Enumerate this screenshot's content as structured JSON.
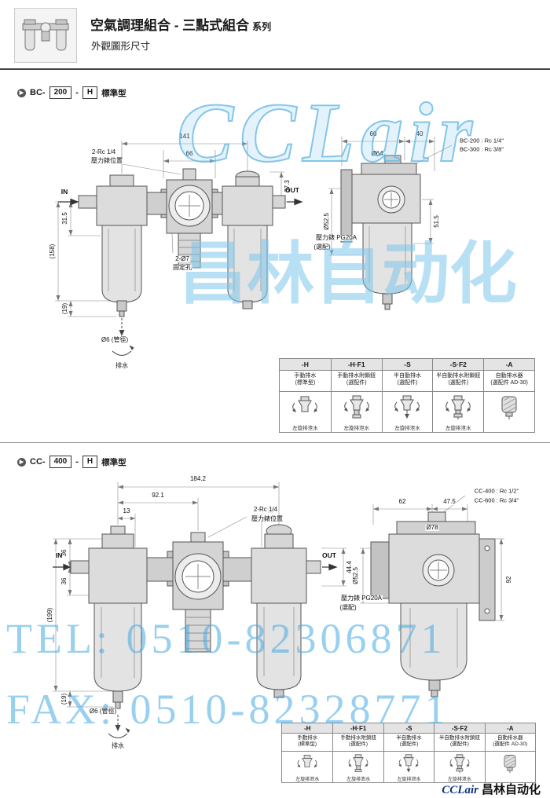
{
  "header": {
    "title": "空氣調理組合 - 三點式組合",
    "title_suffix": "系列",
    "subtitle": "外觀圖形尺寸"
  },
  "watermark": {
    "brand": "CCLair",
    "brand_cn": "昌林自动化",
    "tel": "TEL: 0510-82306871",
    "fax": "FAX: 0510-82328771",
    "blue": "#7cc4e6"
  },
  "footer": {
    "brand": "CCLair",
    "brand_cn": "昌林自动化"
  },
  "bc": {
    "prefix": "BC-",
    "code": "200",
    "sep": "-",
    "variant": "H",
    "type_label": "標準型",
    "front": {
      "dim_total": "141",
      "dim_mid": "66",
      "port1": "2-Rc 1/4",
      "port2": "壓力錶位置",
      "in": "IN",
      "out": "OUT",
      "dim_right": "37.3",
      "dim_left1": "31.5",
      "dim_height": "(158)",
      "dim_drain": "(19)",
      "hole1": "2-Ø7",
      "hole2": "固定孔",
      "drain_dia": "Ø6 (管徑)",
      "drain_label": "排水"
    },
    "side": {
      "dim_w1": "60",
      "dim_w2": "40",
      "dia_top": "Ø64",
      "port1": "BC-200 : Rc 1/4\"",
      "port2": "BC-300 : Rc 3/8\"",
      "dia_bowl": "Ø52.5",
      "dim_h": "51.5",
      "gauge1": "壓力錶 PG20A",
      "gauge2": "(選配)"
    }
  },
  "cc": {
    "prefix": "CC-",
    "code": "400",
    "sep": "-",
    "variant": "H",
    "type_label": "標準型",
    "front": {
      "dim_total": "184.2",
      "dim_mid": "92.1",
      "dim_13a": "13",
      "dim_13b": "13",
      "port1": "2-Rc 1/4",
      "port2": "壓力錶位置",
      "in": "IN",
      "out": "OUT",
      "dim_right": "44.4",
      "dim_left1": "36",
      "dim_left2": "36",
      "dim_height": "(199)",
      "dim_drain": "(19)",
      "drain_dia": "Ø6 (管徑)",
      "drain_label": "排水"
    },
    "side": {
      "dim_w1": "62",
      "dim_w2": "47.5",
      "dia_top": "Ø78",
      "port1": "CC-400 : Rc 1/2\"",
      "port2": "CC-600 : Rc 3/4\"",
      "dia_bowl": "Ø52.5",
      "dim_h": "92",
      "gauge1": "壓力錶 PG20A",
      "gauge2": "(選配)"
    }
  },
  "options_table": {
    "columns": [
      {
        "header": "-H",
        "line1": "手動排水",
        "line2": "(標準型)",
        "caption": "左旋排泄水"
      },
      {
        "header": "-H·F1",
        "line1": "手動排水附鎖鈕",
        "line2": "(選配件)",
        "caption": "左旋排泄水"
      },
      {
        "header": "-S",
        "line1": "半自動排水",
        "line2": "(選配件)",
        "caption": "左旋排泄水"
      },
      {
        "header": "-S·F2",
        "line1": "半自動排水附鎖鈕",
        "line2": "(選配件)",
        "caption": "左旋排泄水"
      },
      {
        "header": "-A",
        "line1": "自動排水器",
        "line2": "(選配件 AD-30)",
        "caption": ""
      }
    ]
  }
}
